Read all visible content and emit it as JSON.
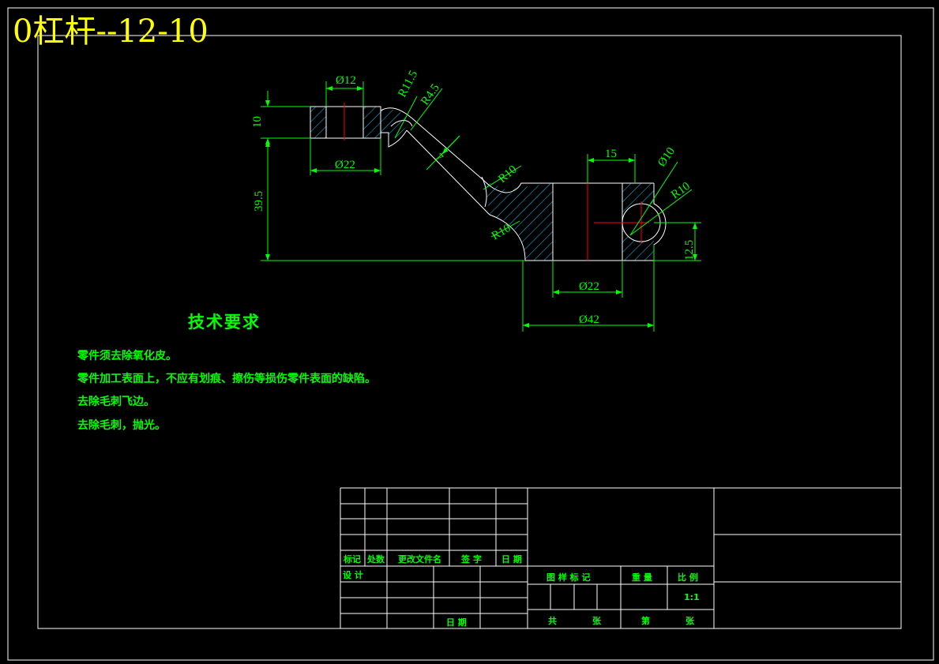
{
  "drawing": {
    "title": "0杠杆--12-10",
    "colors": {
      "frame": "#ffffff",
      "dimension": "#00ff00",
      "hatch": "#00c8ff",
      "center": "#ff0000",
      "title": "#ffff00"
    },
    "dimensions": {
      "d_phi12": "Ø12",
      "d_r11_5": "R11.5",
      "d_r4_5": "R4.5",
      "d_10": "10",
      "d_phi22_left": "Ø22",
      "d_39_5": "39.5",
      "d_7": "7",
      "d_r10_a": "R10",
      "d_15": "15",
      "d_phi10": "Ø10",
      "d_r10_b": "R10",
      "d_r10_c": "R10",
      "d_12_5": "12.5",
      "d_phi22_right": "Ø22",
      "d_phi42": "Ø42"
    }
  },
  "tech_requirements": {
    "title": "技术要求",
    "items": [
      "零件须去除氧化皮。",
      "零件加工表面上，不应有划痕、擦伤等损伤零件表面的缺陷。",
      "去除毛刺飞边。",
      "去除毛刺，抛光。"
    ]
  },
  "title_block": {
    "mark": "标记",
    "count": "处数",
    "change_doc": "更改文件名",
    "signature": "签 字",
    "date": "日 期",
    "design": "设 计",
    "date2": "日 期",
    "stage_mark": "图 样 标 记",
    "weight": "重 量",
    "scale_label": "比 例",
    "scale_value": "1:1",
    "total": "共",
    "sheets": "张",
    "sheet_no": "第",
    "sheets2": "张"
  }
}
